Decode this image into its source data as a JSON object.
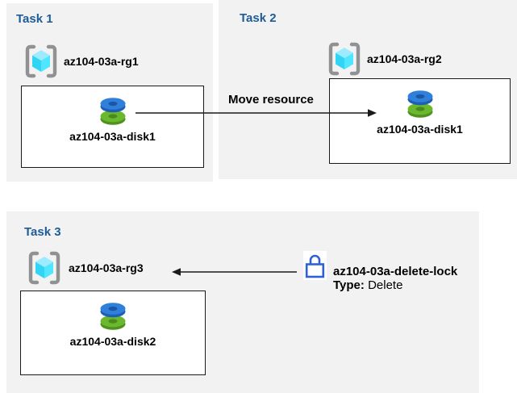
{
  "diagram": {
    "tasks": [
      {
        "title": "Task 1",
        "resource_group": "az104-03a-rg1",
        "resource": "az104-03a-disk1"
      },
      {
        "title": "Task 2",
        "resource_group": "az104-03a-rg2",
        "resource": "az104-03a-disk1"
      },
      {
        "title": "Task 3",
        "resource_group": "az104-03a-rg3",
        "resource": "az104-03a-disk2"
      }
    ],
    "move_arrow_label": "Move resource",
    "lock": {
      "name": "az104-03a-delete-lock",
      "type_label": "Type:",
      "type_value": "Delete"
    },
    "icons": {
      "resource_group": "resource-group-icon",
      "disk": "disk-icon",
      "lock": "lock-icon"
    },
    "colors": {
      "panel_background": "#f2f2f2",
      "task_title_blue": "#1d5c96",
      "label_text": "#000000",
      "box_border": "#1a1a1a",
      "arrow": "#1a1a1a",
      "lock_blue": "#2e62d0",
      "cube_top": "#9cebff",
      "cube_left": "#32d4f5",
      "cube_right": "#50e6ff",
      "bracket_gray": "#8f9193",
      "disk_blue": "#3080db",
      "disk_blue_dark": "#1e5fb4",
      "disk_green": "#6ab82e",
      "disk_green_dark": "#4f9220"
    }
  }
}
